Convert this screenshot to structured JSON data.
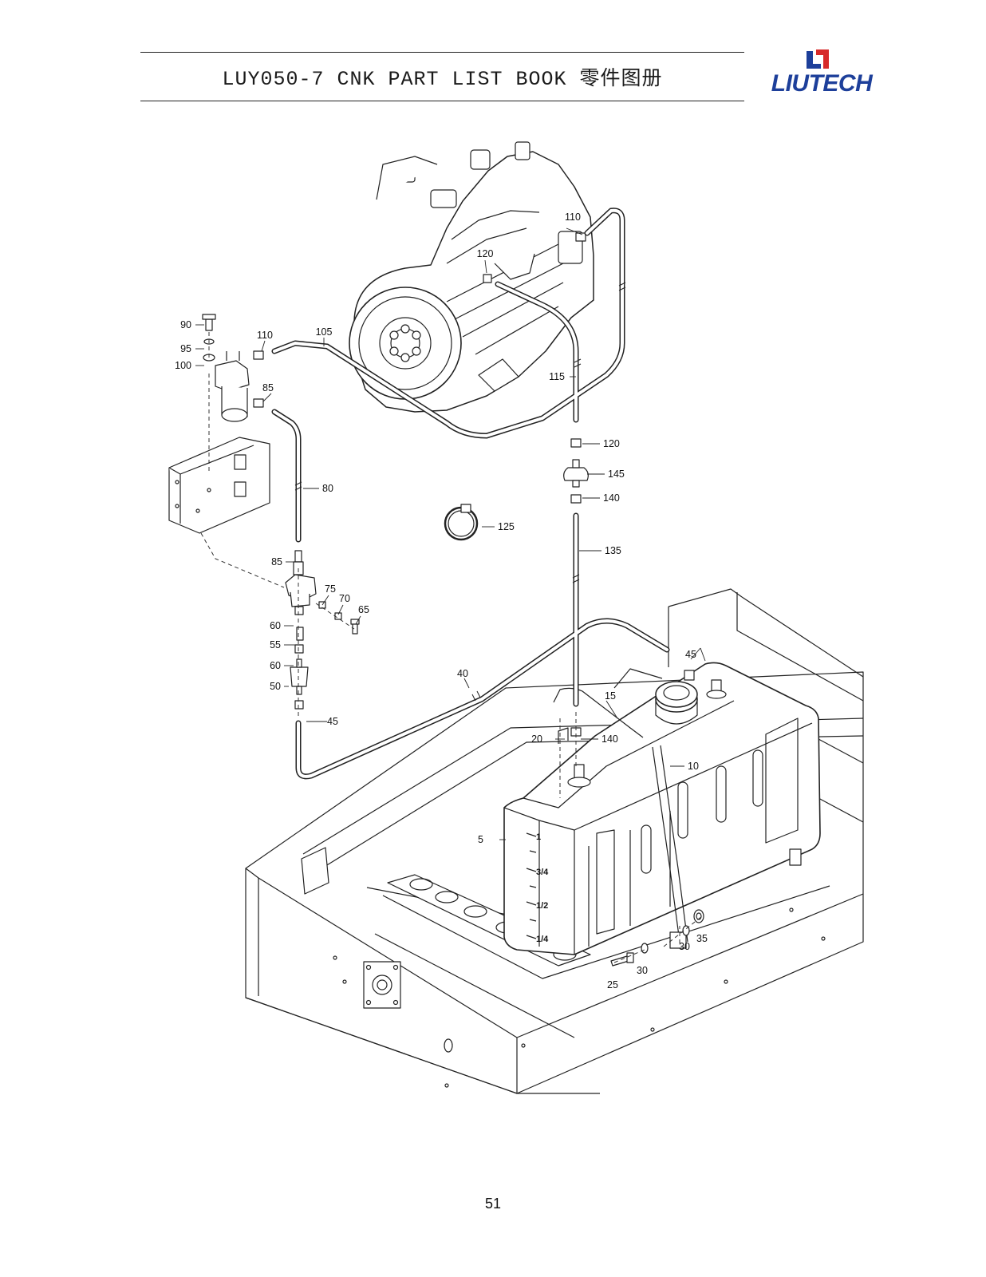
{
  "header": {
    "title": "LUY050-7 CNK PART LIST BOOK 零件图册",
    "brand": "LIUTECH",
    "brand_color": "#1d3f9a"
  },
  "diagram": {
    "callouts": {
      "c5": "5",
      "c10": "10",
      "c15": "15",
      "c20": "20",
      "c25": "25",
      "c30a": "30",
      "c30b": "30",
      "c35": "35",
      "c40": "40",
      "c45a": "45",
      "c45b": "45",
      "c50": "50",
      "c55": "55",
      "c60a": "60",
      "c60b": "60",
      "c65": "65",
      "c70": "70",
      "c75": "75",
      "c80": "80",
      "c85a": "85",
      "c85b": "85",
      "c90": "90",
      "c95": "95",
      "c100": "100",
      "c105": "105",
      "c110a": "110",
      "c110b": "110",
      "c115": "115",
      "c120a": "120",
      "c120b": "120",
      "c125": "125",
      "c135": "135",
      "c140a": "140",
      "c140b": "140",
      "c145": "145"
    },
    "gauge_marks": {
      "full": "1",
      "three_quarter": "3/4",
      "half": "1/2",
      "quarter": "1/4"
    }
  },
  "footer": {
    "page_number": "51"
  }
}
